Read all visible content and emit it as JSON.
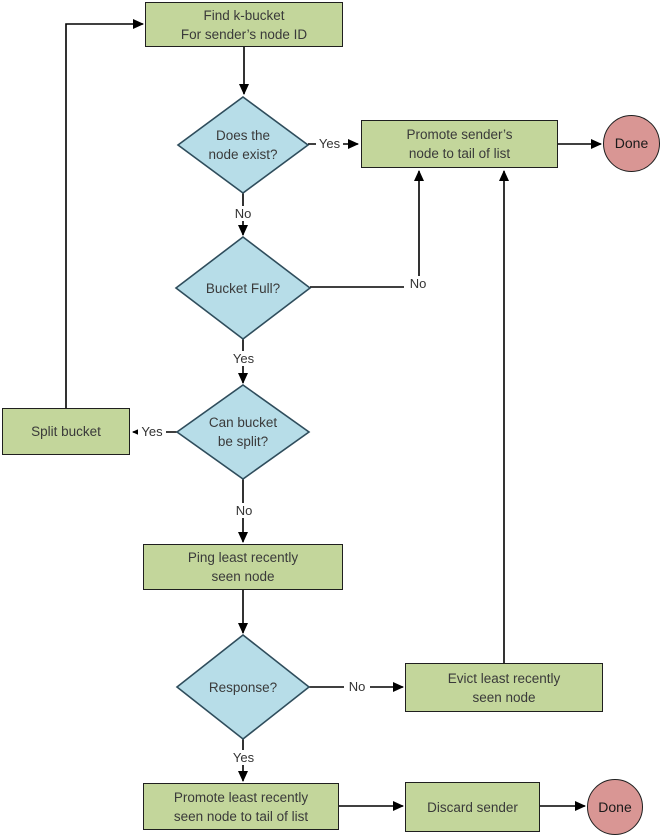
{
  "diagram": {
    "type": "flowchart",
    "subject": "k-bucket update algorithm",
    "nodes": {
      "find_bucket": {
        "shape": "process",
        "lines": [
          "Find k-bucket",
          "For sender’s node ID"
        ]
      },
      "node_exists": {
        "shape": "decision",
        "lines": [
          "Does the",
          "node exist?"
        ]
      },
      "promote_sender": {
        "shape": "process",
        "lines": [
          "Promote sender’s",
          "node to tail of list"
        ]
      },
      "done_top": {
        "shape": "terminal",
        "lines": [
          "Done"
        ]
      },
      "bucket_full": {
        "shape": "decision",
        "lines": [
          "Bucket Full?"
        ]
      },
      "can_split": {
        "shape": "decision",
        "lines": [
          "Can bucket",
          "be split?"
        ]
      },
      "split_bucket": {
        "shape": "process",
        "lines": [
          "Split bucket"
        ]
      },
      "ping_node": {
        "shape": "process",
        "lines": [
          "Ping least recently",
          "seen node"
        ]
      },
      "response": {
        "shape": "decision",
        "lines": [
          "Response?"
        ]
      },
      "evict_node": {
        "shape": "process",
        "lines": [
          "Evict least recently",
          "seen node"
        ]
      },
      "promote_lrs": {
        "shape": "process",
        "lines": [
          "Promote least recently",
          "seen node to tail of list"
        ]
      },
      "discard_sender": {
        "shape": "process",
        "lines": [
          "Discard sender"
        ]
      },
      "done_bottom": {
        "shape": "terminal",
        "lines": [
          "Done"
        ]
      }
    },
    "edge_labels": {
      "exists_yes": "Yes",
      "exists_no": "No",
      "full_no": "No",
      "full_yes": "Yes",
      "split_yes": "Yes",
      "split_no": "No",
      "response_no": "No",
      "response_yes": "Yes"
    },
    "colors": {
      "process_fill": "#c3d69b",
      "process_border": "#1f1f1f",
      "decision_fill": "#b7dde8",
      "decision_border": "#2f4d5c",
      "terminal_fill": "#d99694",
      "terminal_border": "#1f1f1f",
      "connector": "#000000",
      "text": "#3a3a3a",
      "background": "#ffffff"
    }
  }
}
